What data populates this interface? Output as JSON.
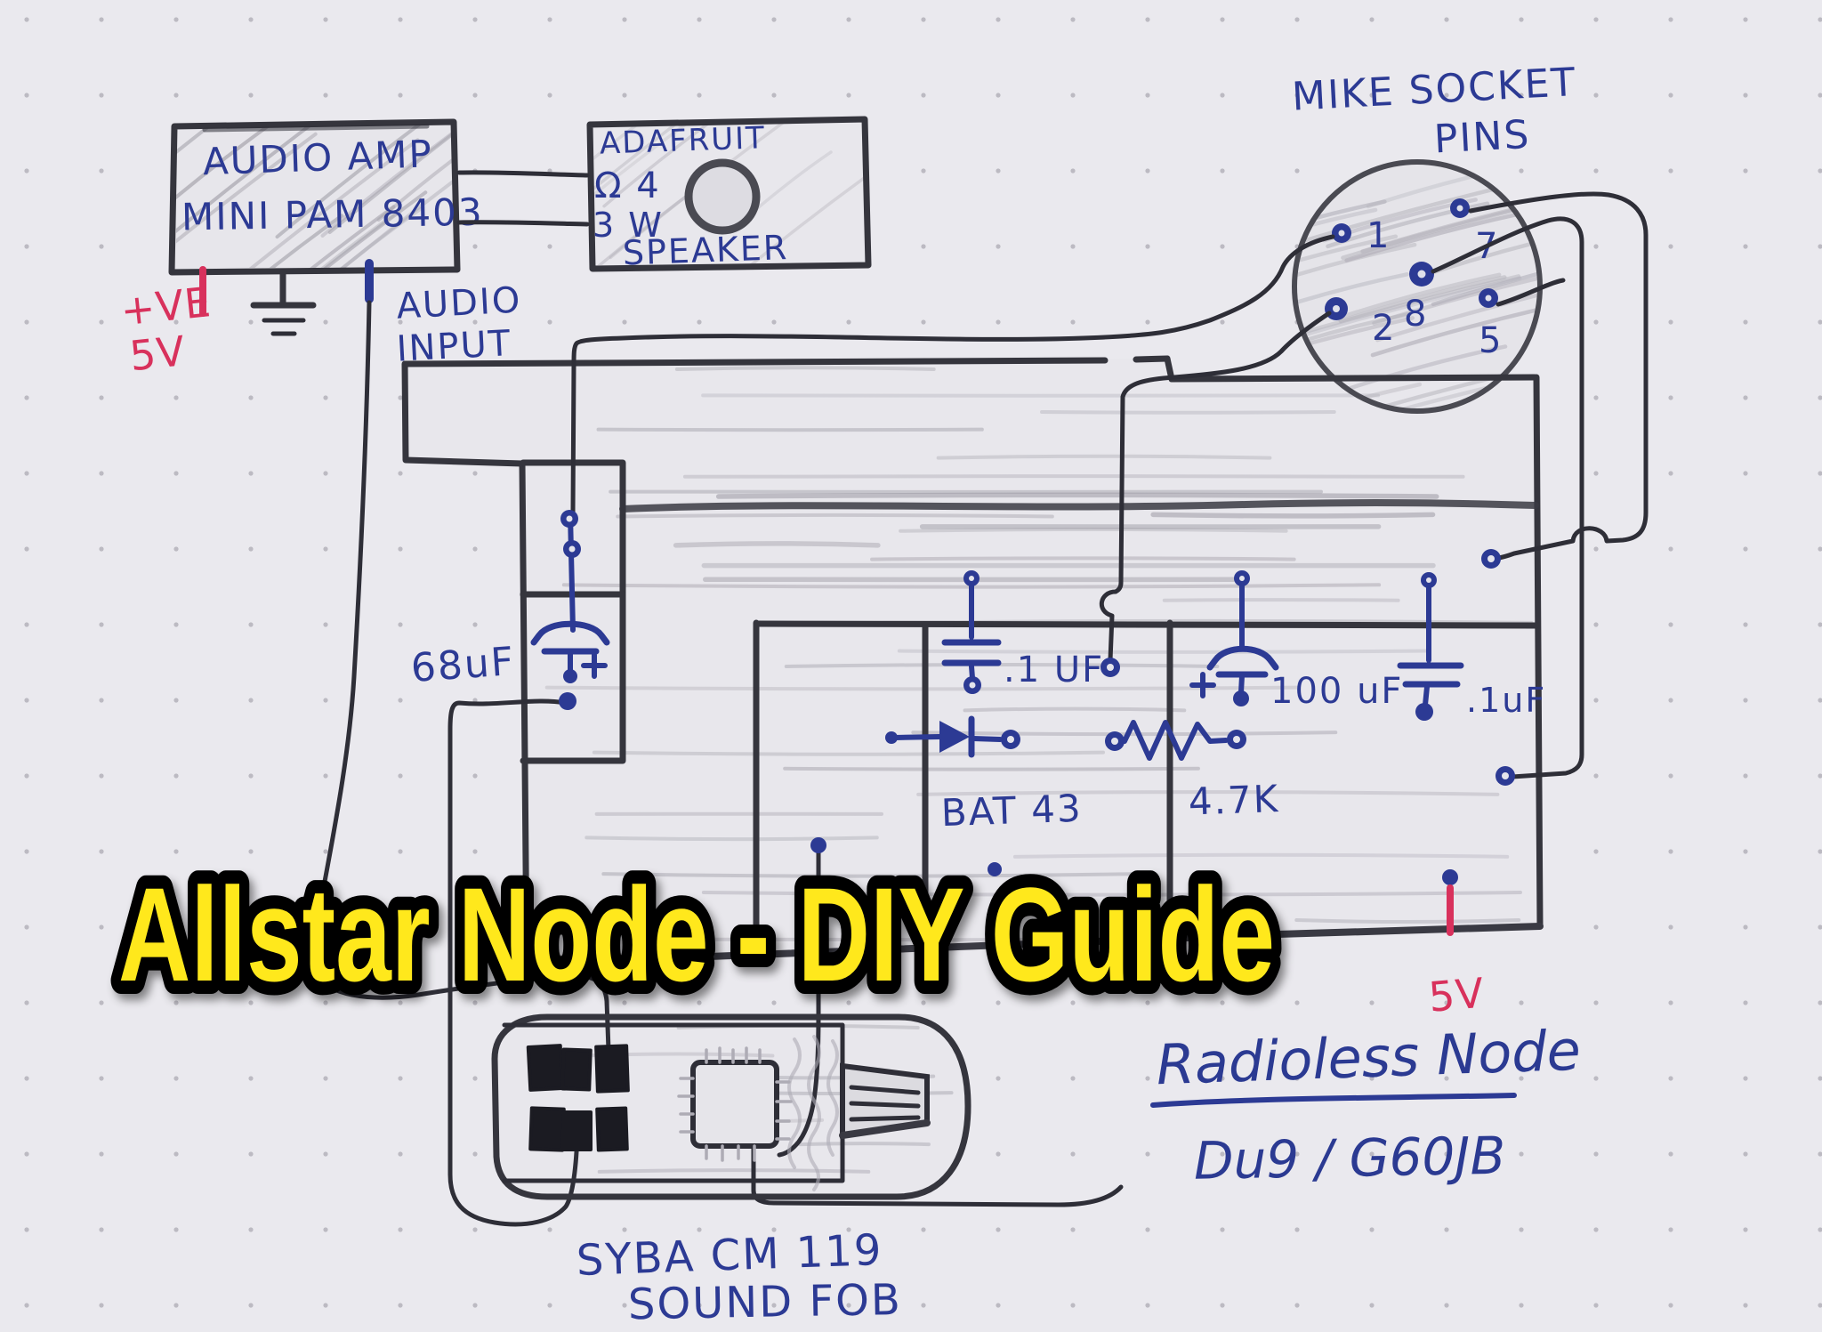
{
  "title": {
    "text": "Allstar Node - DIY Guide"
  },
  "colors": {
    "ink_blue": "#2c3a94",
    "ink_black": "#2e2e37",
    "ink_red": "#d8315c",
    "title_yellow": "#ffe81c",
    "pencil": "#aeacb5"
  },
  "amp": {
    "line1": "AUDIO AMP",
    "line2": "MINI PAM 8403"
  },
  "power_in": {
    "line1": "+VE",
    "line2": "5V"
  },
  "audio_input": {
    "line1": "AUDIO",
    "line2": "INPUT"
  },
  "speaker": {
    "brand": "ADAFRUIT",
    "impedance": "Ω 4",
    "power": "3 W",
    "label": "SPEAKER"
  },
  "mike_socket": {
    "title1": "MIKE SOCKET",
    "title2": "PINS",
    "pins": [
      {
        "number": "1"
      },
      {
        "number": "7"
      },
      {
        "number": "8"
      },
      {
        "number": "2"
      },
      {
        "number": "5"
      }
    ]
  },
  "board": {
    "cap68": "68uF",
    "cap_01a": ".1 UF",
    "cap100": "100 uF",
    "cap_01b": ".1uF",
    "diode": "BAT 43",
    "resistor": "4.7K",
    "supply": "5V"
  },
  "sound_fob": {
    "line1": "SYBA CM 119",
    "line2": "SOUND FOB"
  },
  "caption": {
    "line1": "Radioless Node",
    "line2": "Du9 / G60JB"
  }
}
